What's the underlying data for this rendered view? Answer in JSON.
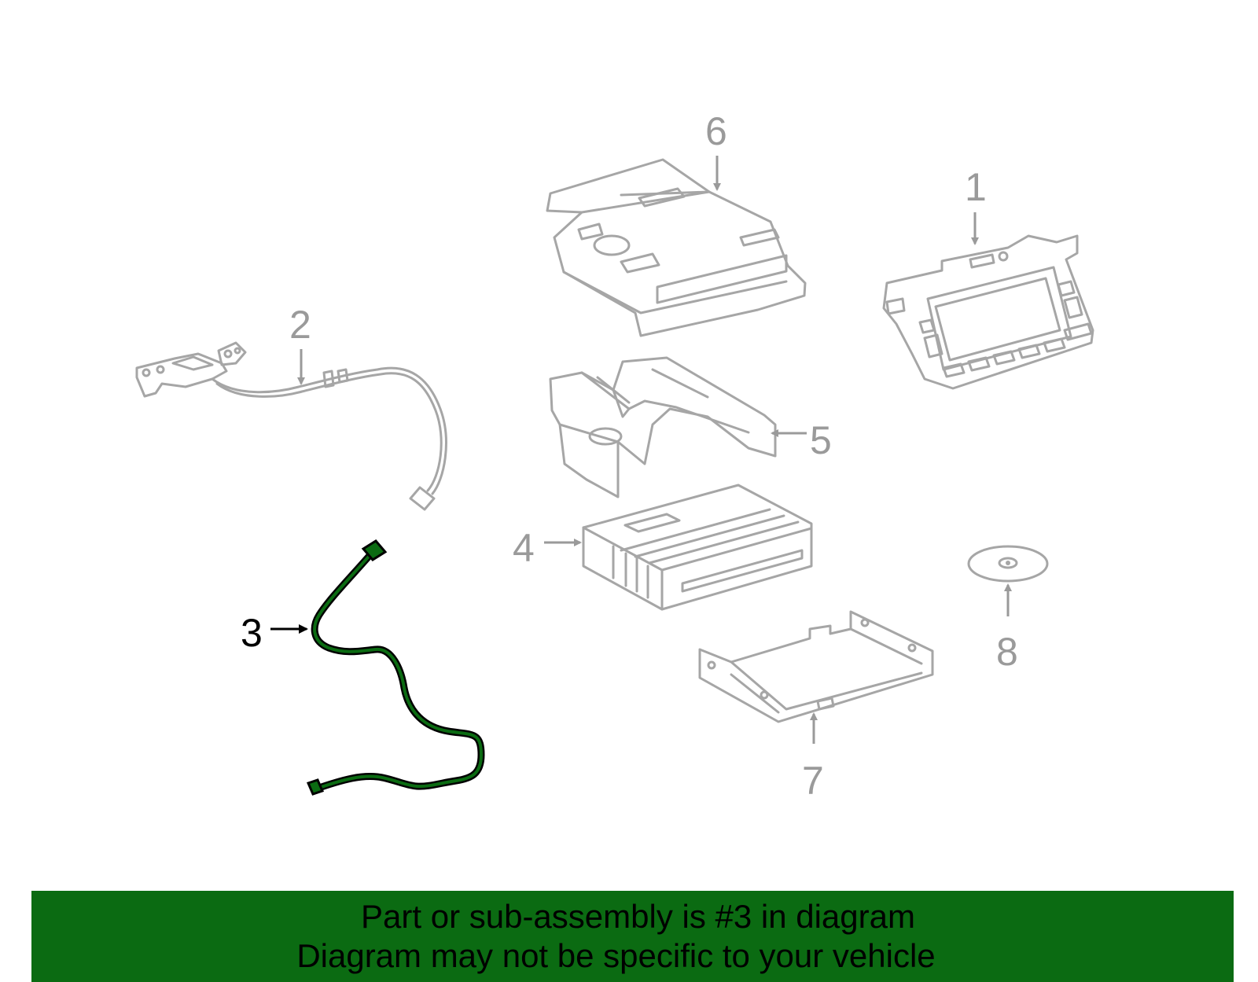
{
  "diagram": {
    "highlight_color": "#0b6b12",
    "part_color": "#a6a6a6",
    "highlighted_part": "3",
    "callouts": [
      {
        "id": "1",
        "label": "1"
      },
      {
        "id": "2",
        "label": "2"
      },
      {
        "id": "3",
        "label": "3"
      },
      {
        "id": "4",
        "label": "4"
      },
      {
        "id": "5",
        "label": "5"
      },
      {
        "id": "6",
        "label": "6"
      },
      {
        "id": "7",
        "label": "7"
      },
      {
        "id": "8",
        "label": "8"
      }
    ]
  },
  "banner": {
    "background_color": "#0b6b12",
    "line1": "Part or sub-assembly is #3 in diagram",
    "line2": "Diagram may not be specific to your vehicle"
  }
}
